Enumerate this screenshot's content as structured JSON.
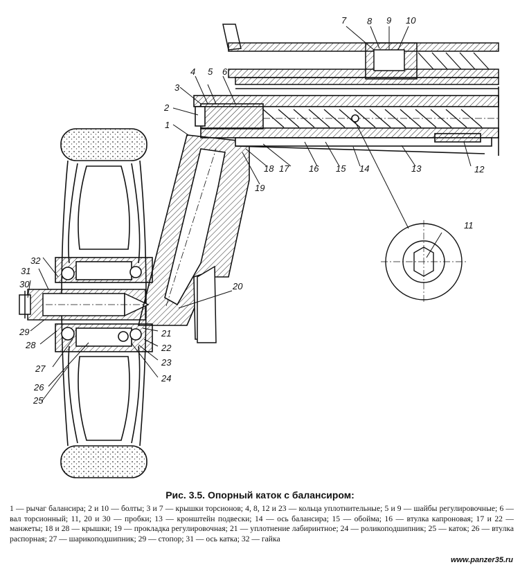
{
  "figure": {
    "labels": [
      "1",
      "2",
      "3",
      "4",
      "5",
      "6",
      "7",
      "8",
      "9",
      "10",
      "11",
      "12",
      "13",
      "14",
      "15",
      "16",
      "17",
      "18",
      "19",
      "20",
      "21",
      "22",
      "23",
      "24",
      "25",
      "26",
      "27",
      "28",
      "29",
      "30",
      "31",
      "32"
    ]
  },
  "caption": {
    "title": "Рис. 3.5. Опорный каток с балансиром:",
    "legend": "1 — рычаг балансира; 2 и 10 — болты; 3 и 7 — крышки торсионов; 4, 8, 12 и 23 — кольца уплотнительные; 5 и 9 — шайбы регулировочные; 6 — вал торсионный; 11, 20 и 30 — пробки; 13 — кронштейн подвески; 14 — ось балансира; 15 — обойма; 16 — втулка капроновая; 17 и 22 — манжеты; 18 и 28 — крышки; 19 — прокладка регулировочная; 21 — уплотнение лабиринтное; 24 — роликоподшипник; 25 — каток; 26 — втулка распорная; 27 — шарикоподшипник; 29 — стопор; 31 — ось катка; 32 — гайка"
  },
  "watermark": "www.panzer35.ru"
}
